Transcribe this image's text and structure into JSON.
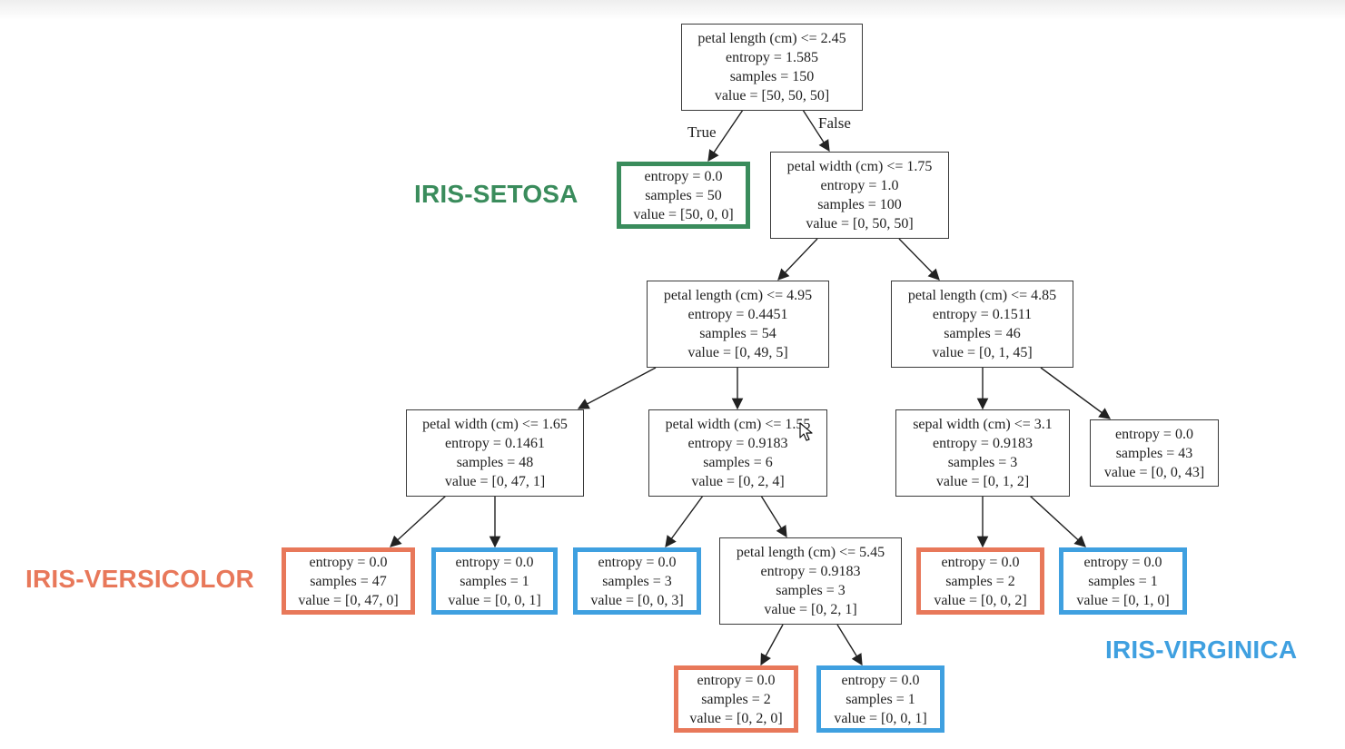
{
  "tree": {
    "nodes": {
      "n0": [
        "petal length (cm) <= 2.45",
        "entropy = 1.585",
        "samples = 150",
        "value = [50, 50, 50]"
      ],
      "n1": [
        "entropy = 0.0",
        "samples = 50",
        "value = [50, 0, 0]"
      ],
      "n2": [
        "petal width (cm) <= 1.75",
        "entropy = 1.0",
        "samples = 100",
        "value = [0, 50, 50]"
      ],
      "n3": [
        "petal length (cm) <= 4.95",
        "entropy = 0.4451",
        "samples = 54",
        "value = [0, 49, 5]"
      ],
      "n4": [
        "petal length (cm) <= 4.85",
        "entropy = 0.1511",
        "samples = 46",
        "value = [0, 1, 45]"
      ],
      "n5": [
        "petal width (cm) <= 1.65",
        "entropy = 0.1461",
        "samples = 48",
        "value = [0, 47, 1]"
      ],
      "n6": [
        "petal width (cm) <= 1.55",
        "entropy = 0.9183",
        "samples = 6",
        "value = [0, 2, 4]"
      ],
      "n7": [
        "sepal width (cm) <= 3.1",
        "entropy = 0.9183",
        "samples = 3",
        "value = [0, 1, 2]"
      ],
      "n8": [
        "entropy = 0.0",
        "samples = 43",
        "value = [0, 0, 43]"
      ],
      "n9": [
        "entropy = 0.0",
        "samples = 47",
        "value = [0, 47, 0]"
      ],
      "n10": [
        "entropy = 0.0",
        "samples = 1",
        "value = [0, 0, 1]"
      ],
      "n11": [
        "entropy = 0.0",
        "samples = 3",
        "value = [0, 0, 3]"
      ],
      "n12": [
        "petal length (cm) <= 5.45",
        "entropy = 0.9183",
        "samples = 3",
        "value = [0, 2, 1]"
      ],
      "n13": [
        "entropy = 0.0",
        "samples = 2",
        "value = [0, 0, 2]"
      ],
      "n14": [
        "entropy = 0.0",
        "samples = 1",
        "value = [0, 1, 0]"
      ],
      "n15": [
        "entropy = 0.0",
        "samples = 2",
        "value = [0, 2, 0]"
      ],
      "n16": [
        "entropy = 0.0",
        "samples = 1",
        "value = [0, 0, 1]"
      ]
    },
    "edge_true_label": "True",
    "edge_false_label": "False"
  },
  "class_labels": {
    "setosa": "IRIS-SETOSA",
    "versicolor": "IRIS-VERSICOLOR",
    "virginica": "IRIS-VIRGINICA"
  },
  "colors": {
    "setosa": "#3a8c5c",
    "versicolor": "#e8785a",
    "virginica": "#3fa0e0",
    "node_border": "#3a3a3a",
    "text": "#222222"
  }
}
